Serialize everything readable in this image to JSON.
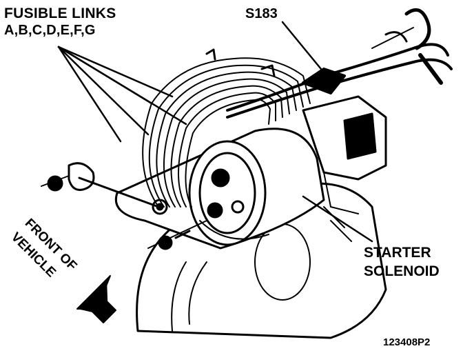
{
  "labels": {
    "fusible_links_line1": "FUSIBLE LINKS",
    "fusible_links_line2": "A,B,C,D,E,F,G",
    "splice": "S183",
    "starter_line1": "STARTER",
    "starter_line2": "SOLENOID",
    "front_line1": "FRONT OF",
    "front_line2": "VEHICLE",
    "figure_number": "123408P2"
  },
  "colors": {
    "ink": "#000000",
    "paper": "#ffffff"
  }
}
